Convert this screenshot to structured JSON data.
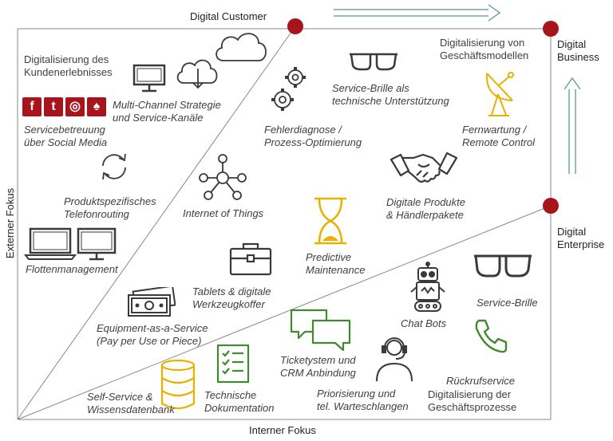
{
  "axes": {
    "top": "Digital Customer",
    "bottom": "Interner Fokus",
    "left": "Externer Fokus",
    "right_top_line1": "Digital",
    "right_top_line2": "Business",
    "right_mid_line1": "Digital",
    "right_mid_line2": "Enterprise"
  },
  "labels": {
    "kunden_1": "Digitalisierung des",
    "kunden_2": "Kundenerlebnisses",
    "multichannel_1": "Multi-Channel Strategie",
    "multichannel_2": "und Service-Kanäle",
    "social_1": "Servicebetreuung",
    "social_2": "über Social Media",
    "telefon_1": "Produktspezifisches",
    "telefon_2": "Telefonrouting",
    "flotten": "Flottenmanagement",
    "iot": "Internet of Things",
    "tablets_1": "Tablets & digitale",
    "tablets_2": "Werkzeugkoffer",
    "eaas_1": "Equipment-as-a-Service",
    "eaas_2": "(Pay per Use or Piece)",
    "selfservice_1": "Self-Service &",
    "selfservice_2": "Wissensdatenbank",
    "techdoku_1": "Technische",
    "techdoku_2": "Dokumentation",
    "fehler_1": "Fehlerdiagnose /",
    "fehler_2": "Prozess-Optimierung",
    "brille_tech_1": "Service-Brille als",
    "brille_tech_2": "technische Unterstützung",
    "geschaeft_1": "Digitalisierung von",
    "geschaeft_2": "Geschäftsmodellen",
    "fernwartung_1": "Fernwartung /",
    "fernwartung_2": "Remote Control",
    "produkte_1": "Digitale Produkte",
    "produkte_2": "& Händlerpakete",
    "predictive_1": "Predictive",
    "predictive_2": "Maintenance",
    "chatbots": "Chat Bots",
    "servicebrille": "Service-Brille",
    "ticket_1": "Ticketystem und",
    "ticket_2": "CRM Anbindung",
    "prior_1": "Priorisierung und",
    "prior_2": "tel. Warteschlangen",
    "rueckruf": "Rückrufservice",
    "prozesse_1": "Digitalisierung der",
    "prozesse_2": "Geschäftsprozesse"
  },
  "social_letters": [
    "f",
    "t",
    "◎",
    "♠"
  ],
  "colors": {
    "accent_red": "#a8141b",
    "icon_dark": "#3a3a3a",
    "icon_gold": "#e8b100",
    "icon_green": "#3f8a2f",
    "arrow_teal": "#2e7a6e"
  }
}
